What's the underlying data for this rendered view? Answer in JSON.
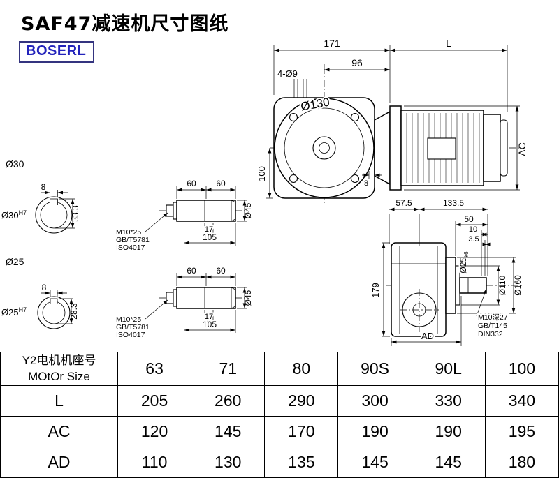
{
  "page": {
    "title": "SAF47减速机尺寸图纸",
    "brand": "BOSERL"
  },
  "front_view": {
    "dim_171": "171",
    "dim_l": "L",
    "dim_96": "96",
    "holes": "4-Ø9",
    "dia_130": "Ø130",
    "dim_100": "100",
    "dim_ac": "AC",
    "dim_8": "8"
  },
  "sections": [
    {
      "label": "Ø30",
      "bore": "Ø30",
      "tol": "H7",
      "key_w": "8",
      "key_h": "33.3"
    },
    {
      "label": "Ø25",
      "bore": "Ø25",
      "tol": "H7",
      "key_w": "8",
      "key_h": "28.3"
    }
  ],
  "details": [
    {
      "dim_60a": "60",
      "dim_60b": "60",
      "dim_17": "17",
      "dim_105": "105",
      "dia_45": "Ø45",
      "notes": [
        "M10*25",
        "GB/T5781",
        "ISO4017"
      ]
    },
    {
      "dim_60a": "60",
      "dim_60b": "60",
      "dim_17": "17",
      "dim_105": "105",
      "dia_45": "Ø45",
      "notes": [
        "M10*25",
        "GB/T5781",
        "ISO4017"
      ]
    }
  ],
  "side_view": {
    "dim_57_5": "57.5",
    "dim_133_5": "133.5",
    "dim_50": "50",
    "dim_10": "10",
    "dim_3_5": "3.5",
    "shaft_dia": "Ø25",
    "shaft_tol": "k6",
    "dia_110": "Ø110",
    "dia_160": "Ø160",
    "dim_179": "179",
    "dim_ad": "AD",
    "notes": [
      "M10深27",
      "GB/T145",
      "DIN332"
    ]
  },
  "table": {
    "header": {
      "line1": "Y2电机机座号",
      "line2": "MOtOr Size",
      "sizes": [
        "63",
        "71",
        "80",
        "90S",
        "90L",
        "100"
      ]
    },
    "rows": [
      {
        "label": "L",
        "values": [
          "205",
          "260",
          "290",
          "300",
          "330",
          "340"
        ]
      },
      {
        "label": "AC",
        "values": [
          "120",
          "145",
          "170",
          "190",
          "190",
          "195"
        ]
      },
      {
        "label": "AD",
        "values": [
          "110",
          "130",
          "135",
          "145",
          "145",
          "180"
        ]
      }
    ]
  }
}
